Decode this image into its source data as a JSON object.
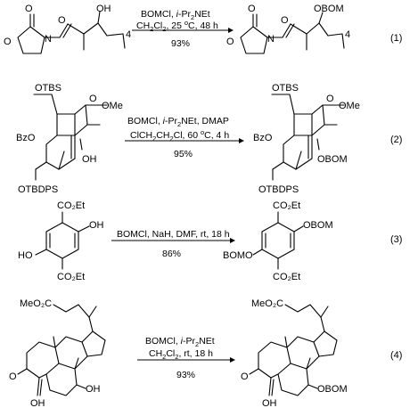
{
  "reactions": [
    {
      "eq": "(1)",
      "conditions_top": [
        "BOMCl, ",
        "i",
        "-Pr",
        "2",
        "NEt"
      ],
      "conditions_mid": [
        "CH",
        "2",
        "Cl",
        "2",
        ", 25 ",
        "o",
        "C, 48 h"
      ],
      "yield": "93%",
      "reactant_labels": {
        "oh": "OH",
        "o_ring": "O",
        "o_carbonyl1": "O",
        "o_carbonyl2": "O",
        "n": "N",
        "sub": "4"
      },
      "product_labels": {
        "obom": "OBOM",
        "o_ring": "O",
        "o_carbonyl1": "O",
        "o_carbonyl2": "O",
        "n": "N",
        "sub": "4"
      }
    },
    {
      "eq": "(2)",
      "conditions_top": [
        "BOMCl, ",
        "i",
        "-Pr",
        "2",
        "NEt, DMAP"
      ],
      "conditions_mid": [
        "ClCH",
        "2",
        "CH",
        "2",
        "Cl, 60 ",
        "o",
        "C, 4 h"
      ],
      "yield": "95%",
      "reactant_labels": {
        "otbs": "OTBS",
        "ome": "OMe",
        "o_ring": "O",
        "bzo": "BzO",
        "oh": "OH",
        "otbdps": "OTBDPS"
      },
      "product_labels": {
        "otbs": "OTBS",
        "ome": "OMe",
        "o_ring": "O",
        "bzo": "BzO",
        "obom": "OBOM",
        "otbdps": "OTBDPS"
      }
    },
    {
      "eq": "(3)",
      "conditions_top": "BOMCl, NaH, DMF, rt, 18 h",
      "yield": "86%",
      "reactant_labels": {
        "co2et_top": "CO₂Et",
        "oh_right": "OH",
        "ho_left": "HO",
        "co2et_bottom": "CO₂Et"
      },
      "product_labels": {
        "co2et_top": "CO₂Et",
        "obom_right": "OBOM",
        "bomo_left": "BOMO",
        "co2et_bottom": "CO₂Et"
      }
    },
    {
      "eq": "(4)",
      "conditions_top": [
        "BOMCl, ",
        "i",
        "-Pr",
        "2",
        "NEt"
      ],
      "conditions_mid": [
        "CH",
        "2",
        "Cl",
        "2",
        ", rt, 18 h"
      ],
      "yield": "93%",
      "reactant_labels": {
        "meo2c": "MeO₂C",
        "o_keto": "O",
        "oh_bottom": "OH",
        "oh_right": "OH"
      },
      "product_labels": {
        "meo2c": "MeO₂C",
        "o_keto": "O",
        "oh_bottom": "OH",
        "obom": "OBOM"
      }
    }
  ]
}
